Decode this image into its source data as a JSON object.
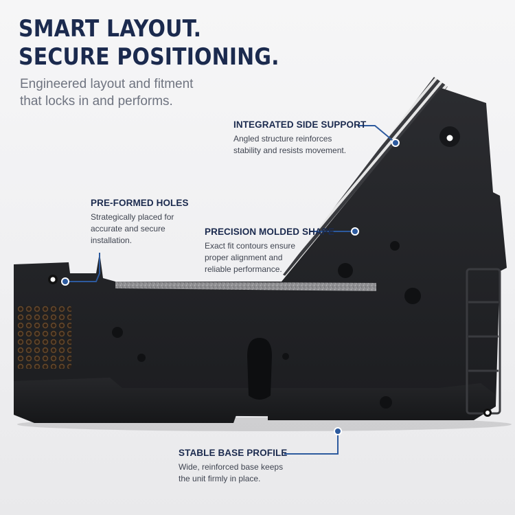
{
  "headline": {
    "line1": "SMART LAYOUT.",
    "line2": "SECURE POSITIONING."
  },
  "subhead": {
    "line1": "Engineered layout and fitment",
    "line2": "that locks in and performs."
  },
  "callouts": {
    "side_support": {
      "title": "INTEGRATED SIDE SUPPORT",
      "body1": "Angled structure reinforces",
      "body2": "stability and resists movement."
    },
    "holes": {
      "title": "PRE-FORMED HOLES",
      "body1": "Strategically placed for",
      "body2": "accurate and secure",
      "body3": "installation."
    },
    "molded": {
      "title": "PRECISION MOLDED SHAPE",
      "body1": "Exact fit contours ensure",
      "body2": "proper alignment and",
      "body3": "reliable performance."
    },
    "base": {
      "title": "STABLE BASE PROFILE",
      "body1": "Wide, reinforced base keeps",
      "body2": "the unit firmly in place."
    }
  },
  "colors": {
    "headline": "#1b2a4e",
    "accent": "#2d5a9e",
    "body_text": "#3f4450",
    "subhead": "#6f7480",
    "plastic": "#222326"
  }
}
